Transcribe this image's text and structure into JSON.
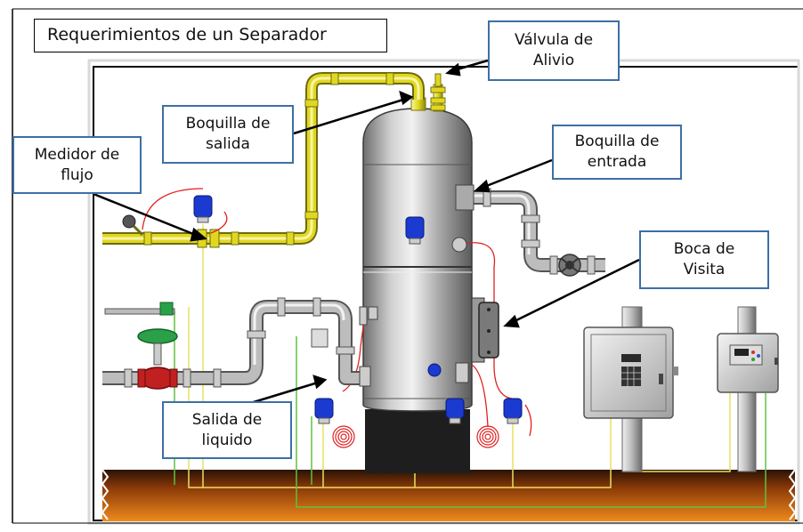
{
  "title": "Requerimientos de un Separador",
  "callouts": {
    "valvula_alivio": {
      "line1": "Válvula de",
      "line2": "Alivio"
    },
    "boquilla_salida": {
      "line1": "Boquilla de",
      "line2": "salida"
    },
    "medidor_flujo": {
      "line1": "Medidor de",
      "line2": "flujo"
    },
    "boquilla_entrada": {
      "line1": "Boquilla de",
      "line2": "entrada"
    },
    "boca_visita": {
      "line1": "Boca de",
      "line2": "Visita"
    },
    "salida_liquido": {
      "line1": "Salida de",
      "line2": "liquido"
    }
  },
  "colors": {
    "callout_border": "#3d6fa6",
    "gas_pipe": "#e8e030",
    "process_pipe": "#b8b8b8",
    "vessel": "#9a9a9a",
    "ground": "#c05a10",
    "signal_wire_yellow": "#e8e060",
    "signal_wire_green": "#60c040",
    "impulse_line_red": "#e02020",
    "transmitter": "#1a3ad0",
    "control_valve_body": "#c02020",
    "actuator": "#2aa048"
  },
  "icons": [
    "relief-valve-icon",
    "flow-meter-icon",
    "control-valve-icon",
    "transmitter-icon",
    "manway-icon",
    "control-panel-icon"
  ]
}
